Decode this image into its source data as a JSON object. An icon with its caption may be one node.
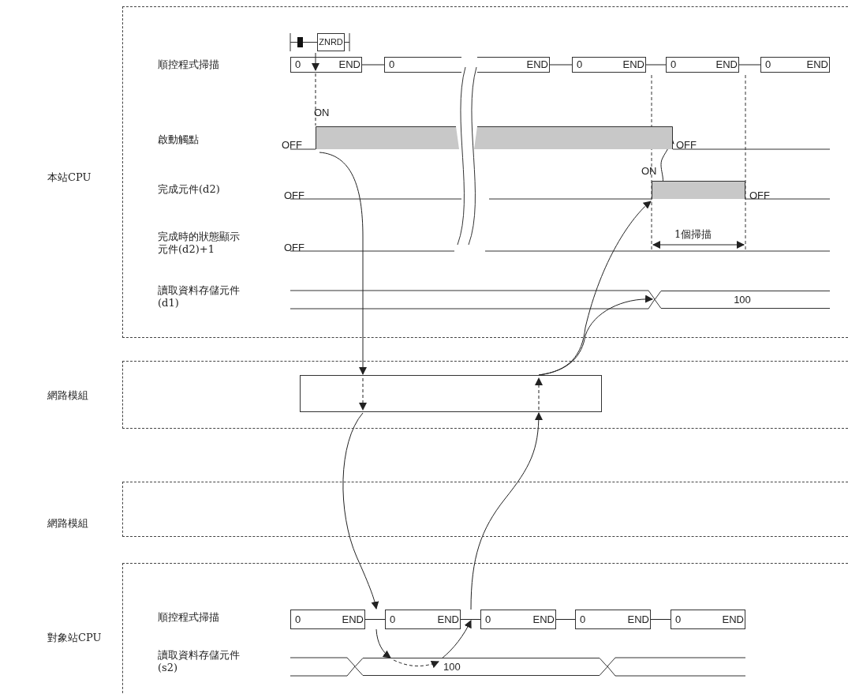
{
  "diagram": {
    "nodes": [
      {
        "text": [
          "本站CPU"
        ]
      },
      {
        "text": [
          "ZNRD"
        ],
        "in": 0
      },
      {
        "text": [
          "0",
          "END"
        ],
        "in": 0
      },
      {
        "text": [
          "0"
        ],
        "in": 0
      },
      {
        "text": [
          "END"
        ],
        "in": 0
      },
      {
        "text": [
          "0",
          "END"
        ],
        "in": 0
      },
      {
        "text": [
          "0",
          "END"
        ],
        "in": 0
      },
      {
        "text": [
          "0",
          "END"
        ],
        "in": 0
      },
      {
        "text": [],
        "shape": "bar",
        "in": 0
      },
      {
        "text": [],
        "shape": "bar",
        "in": 0,
        "beside": [
          "OFF"
        ]
      },
      {
        "text": [
          "100"
        ],
        "in": 0
      },
      {
        "text": [
          "網路模組"
        ]
      },
      {
        "text": [],
        "shape": "box",
        "in": 11
      },
      {
        "text": [
          "網路模組"
        ]
      },
      {
        "text": [
          "對象站CPU"
        ]
      },
      {
        "text": [
          "0",
          "END"
        ],
        "in": 14
      },
      {
        "text": [
          "0",
          "END"
        ],
        "in": 14
      },
      {
        "text": [
          "0",
          "END"
        ],
        "in": 14
      },
      {
        "text": [
          "0",
          "END"
        ],
        "in": 14
      },
      {
        "text": [
          "0",
          "END"
        ],
        "in": 14
      },
      {
        "text": [
          "100"
        ],
        "in": 14
      }
    ],
    "edges": [
      {
        "from": 1,
        "to": 2,
        "arrow": "to"
      },
      {
        "from": 8,
        "to": 12,
        "arrow": "to"
      },
      {
        "from": 12,
        "to": 16,
        "arrow": "to"
      },
      {
        "from": 16,
        "to": 20,
        "arrow": "to"
      },
      {
        "from": 20,
        "to": 17,
        "arrow": "to"
      },
      {
        "from": 17,
        "to": 12,
        "arrow": "to"
      },
      {
        "from": 12,
        "to": 10,
        "arrow": "to"
      },
      {
        "from": 12,
        "to": 9,
        "arrow": "to"
      },
      {
        "from": 9,
        "to": 8,
        "arrow": "to"
      },
      {
        "from": 2,
        "to": 8,
        "arrow": "none",
        "style": "dashed"
      },
      {
        "from": 2,
        "to": 3,
        "arrow": "none"
      },
      {
        "from": 4,
        "to": 5,
        "arrow": "none"
      },
      {
        "from": 5,
        "to": 6,
        "arrow": "none"
      },
      {
        "from": 6,
        "to": 7,
        "arrow": "none"
      },
      {
        "from": 15,
        "to": 16,
        "arrow": "none"
      },
      {
        "from": 16,
        "to": 17,
        "arrow": "none"
      },
      {
        "from": 17,
        "to": 18,
        "arrow": "none"
      },
      {
        "from": 18,
        "to": 19,
        "arrow": "none"
      }
    ],
    "labels": [
      "順控程式掃描",
      "ON",
      "啟動觸點",
      "OFF",
      "OFF",
      "ON",
      "完成元件(d2)",
      "OFF",
      "1個掃描",
      "完成時的狀態顯示元件(d2)+1",
      "OFF",
      "讀取資料存儲元件(d1)",
      "順控程式掃描",
      "讀取資料存儲元件(s2)"
    ]
  }
}
